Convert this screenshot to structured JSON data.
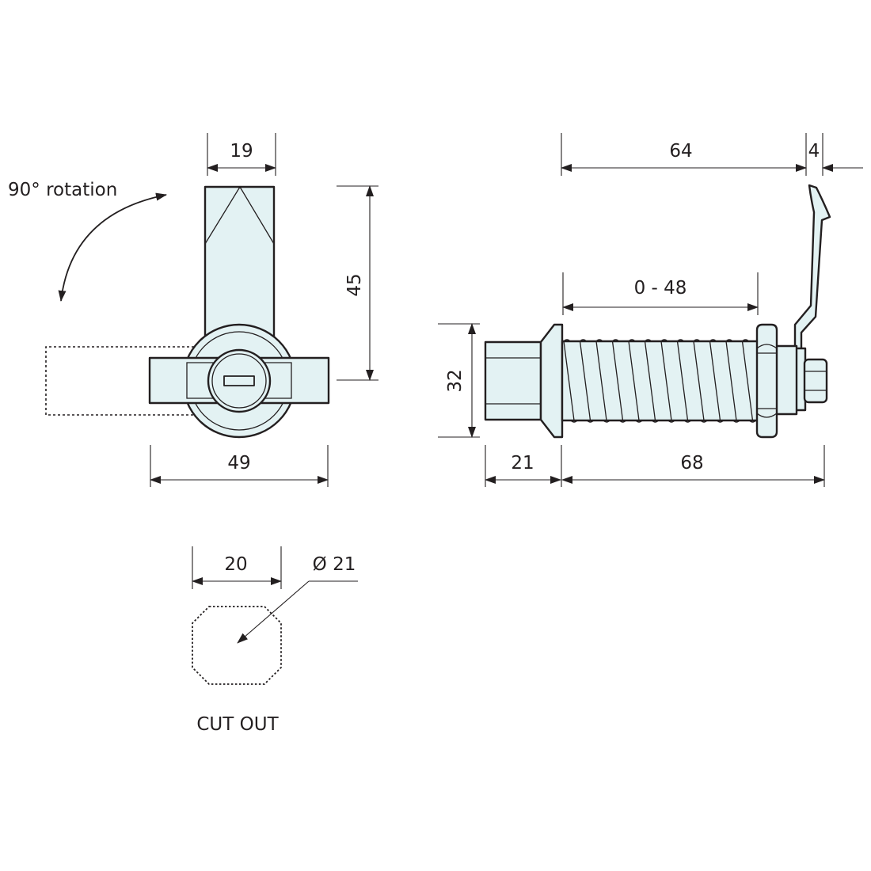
{
  "colors": {
    "part_fill": "#e3f2f3",
    "line": "#231f20",
    "background": "#ffffff"
  },
  "front_view": {
    "rotation_label": "90° rotation",
    "dim_width_top": "19",
    "dim_height": "45",
    "dim_width_bottom": "49"
  },
  "side_view": {
    "dim_overall": "64",
    "dim_cam_thickness": "4",
    "dim_grip_range": "0 - 48",
    "dim_head_height": "32",
    "dim_head_length": "21",
    "dim_body_length": "68"
  },
  "cutout": {
    "dim_width": "20",
    "dim_diameter": "Ø 21",
    "label": "CUT OUT"
  }
}
